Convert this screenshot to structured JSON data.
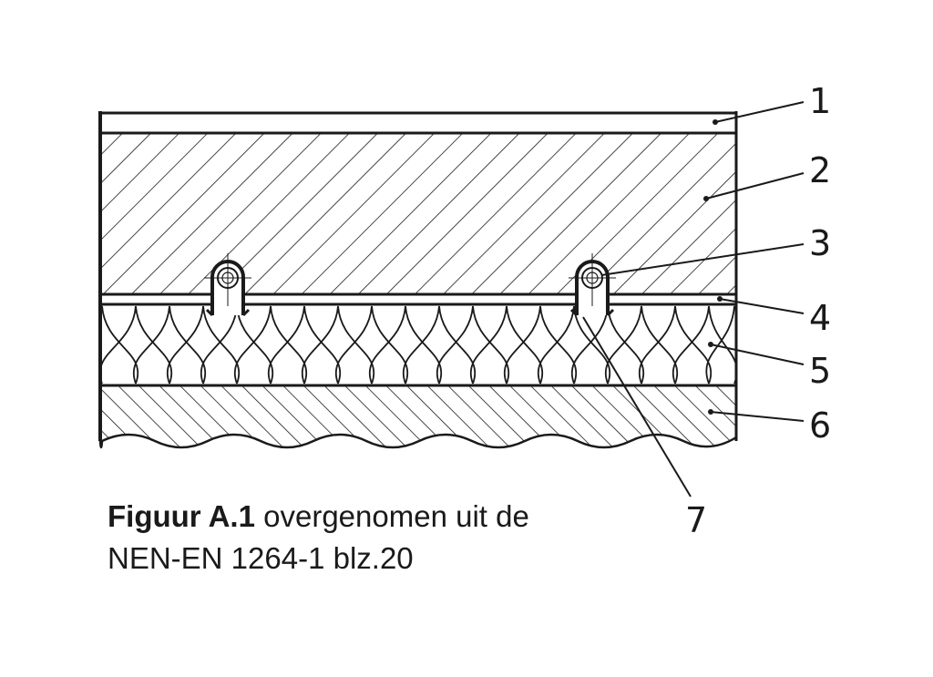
{
  "figure": {
    "labels": [
      "1",
      "2",
      "3",
      "4",
      "5",
      "6",
      "7"
    ]
  },
  "caption": {
    "bold": "Figuur A.1",
    "line1_rest": " overgenomen uit de",
    "line2": "NEN-EN 1264-1 blz.20"
  },
  "colors": {
    "ink": "#1a1a1a",
    "background": "#ffffff"
  }
}
